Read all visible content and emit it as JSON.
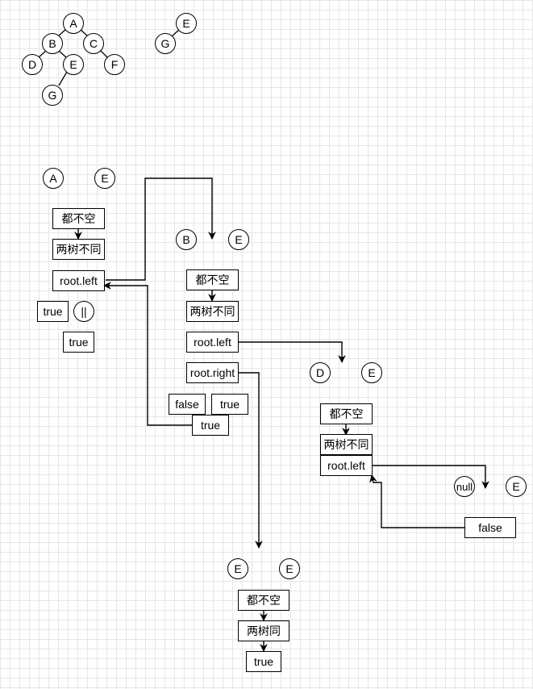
{
  "tree_main": {
    "root": "A",
    "b": "B",
    "c": "C",
    "d": "D",
    "e": "E",
    "f": "F",
    "g": "G"
  },
  "tree_sub": {
    "root": "E",
    "left": "G"
  },
  "call1": {
    "left": "A",
    "right": "E",
    "both_non_null": "都不空",
    "trees_differ": "两树不同",
    "root_left": "root.left",
    "result_true": "true",
    "or": "||",
    "final_true": "true"
  },
  "call2": {
    "left": "B",
    "right": "E",
    "both_non_null": "都不空",
    "trees_differ": "两树不同",
    "root_left": "root.left",
    "root_right": "root.right",
    "result_false": "false",
    "result_true": "true",
    "final_true": "true"
  },
  "call3": {
    "left": "D",
    "right": "E",
    "both_non_null": "都不空",
    "trees_differ": "两树不同",
    "root_left": "root.left",
    "result_false": "false"
  },
  "call4": {
    "left": "null",
    "right": "E"
  },
  "call5": {
    "left": "E",
    "right": "E",
    "both_non_null": "都不空",
    "trees_same": "两树同",
    "result_true": "true"
  }
}
